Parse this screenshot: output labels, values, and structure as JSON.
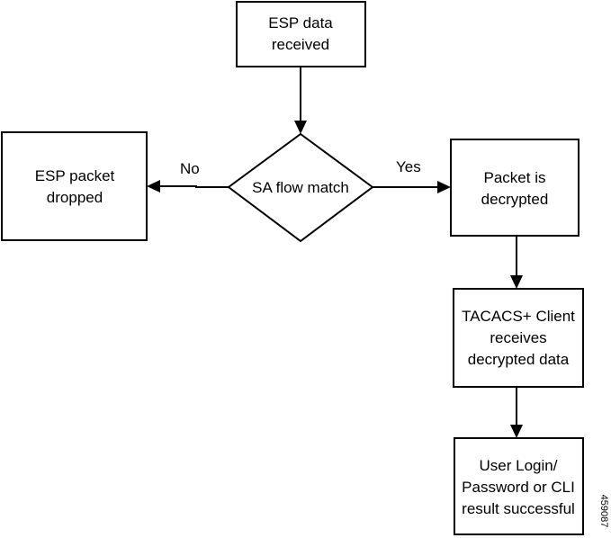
{
  "nodes": {
    "esp_received": {
      "lines": [
        "ESP data",
        "received"
      ],
      "shape": "rectangle"
    },
    "sa_flow_match": {
      "lines": [
        "SA flow match"
      ],
      "shape": "diamond"
    },
    "esp_dropped": {
      "lines": [
        "ESP packet",
        "dropped"
      ],
      "shape": "rectangle"
    },
    "packet_decrypted": {
      "lines": [
        "Packet is",
        "decrypted"
      ],
      "shape": "rectangle"
    },
    "tacacs_client": {
      "lines": [
        "TACACS+ Client",
        "receives",
        "decrypted data"
      ],
      "shape": "rectangle"
    },
    "user_login": {
      "lines": [
        "User Login/",
        "Password or CLI",
        "result successful"
      ],
      "shape": "rectangle"
    }
  },
  "edges": [
    {
      "from": "esp_received",
      "to": "sa_flow_match",
      "label": ""
    },
    {
      "from": "sa_flow_match",
      "to": "esp_dropped",
      "label": "No"
    },
    {
      "from": "sa_flow_match",
      "to": "packet_decrypted",
      "label": "Yes"
    },
    {
      "from": "packet_decrypted",
      "to": "tacacs_client",
      "label": ""
    },
    {
      "from": "tacacs_client",
      "to": "user_login",
      "label": ""
    }
  ],
  "figure_id": "459087",
  "colors": {
    "stroke": "#000000",
    "fill": "#ffffff",
    "text": "#000000"
  }
}
